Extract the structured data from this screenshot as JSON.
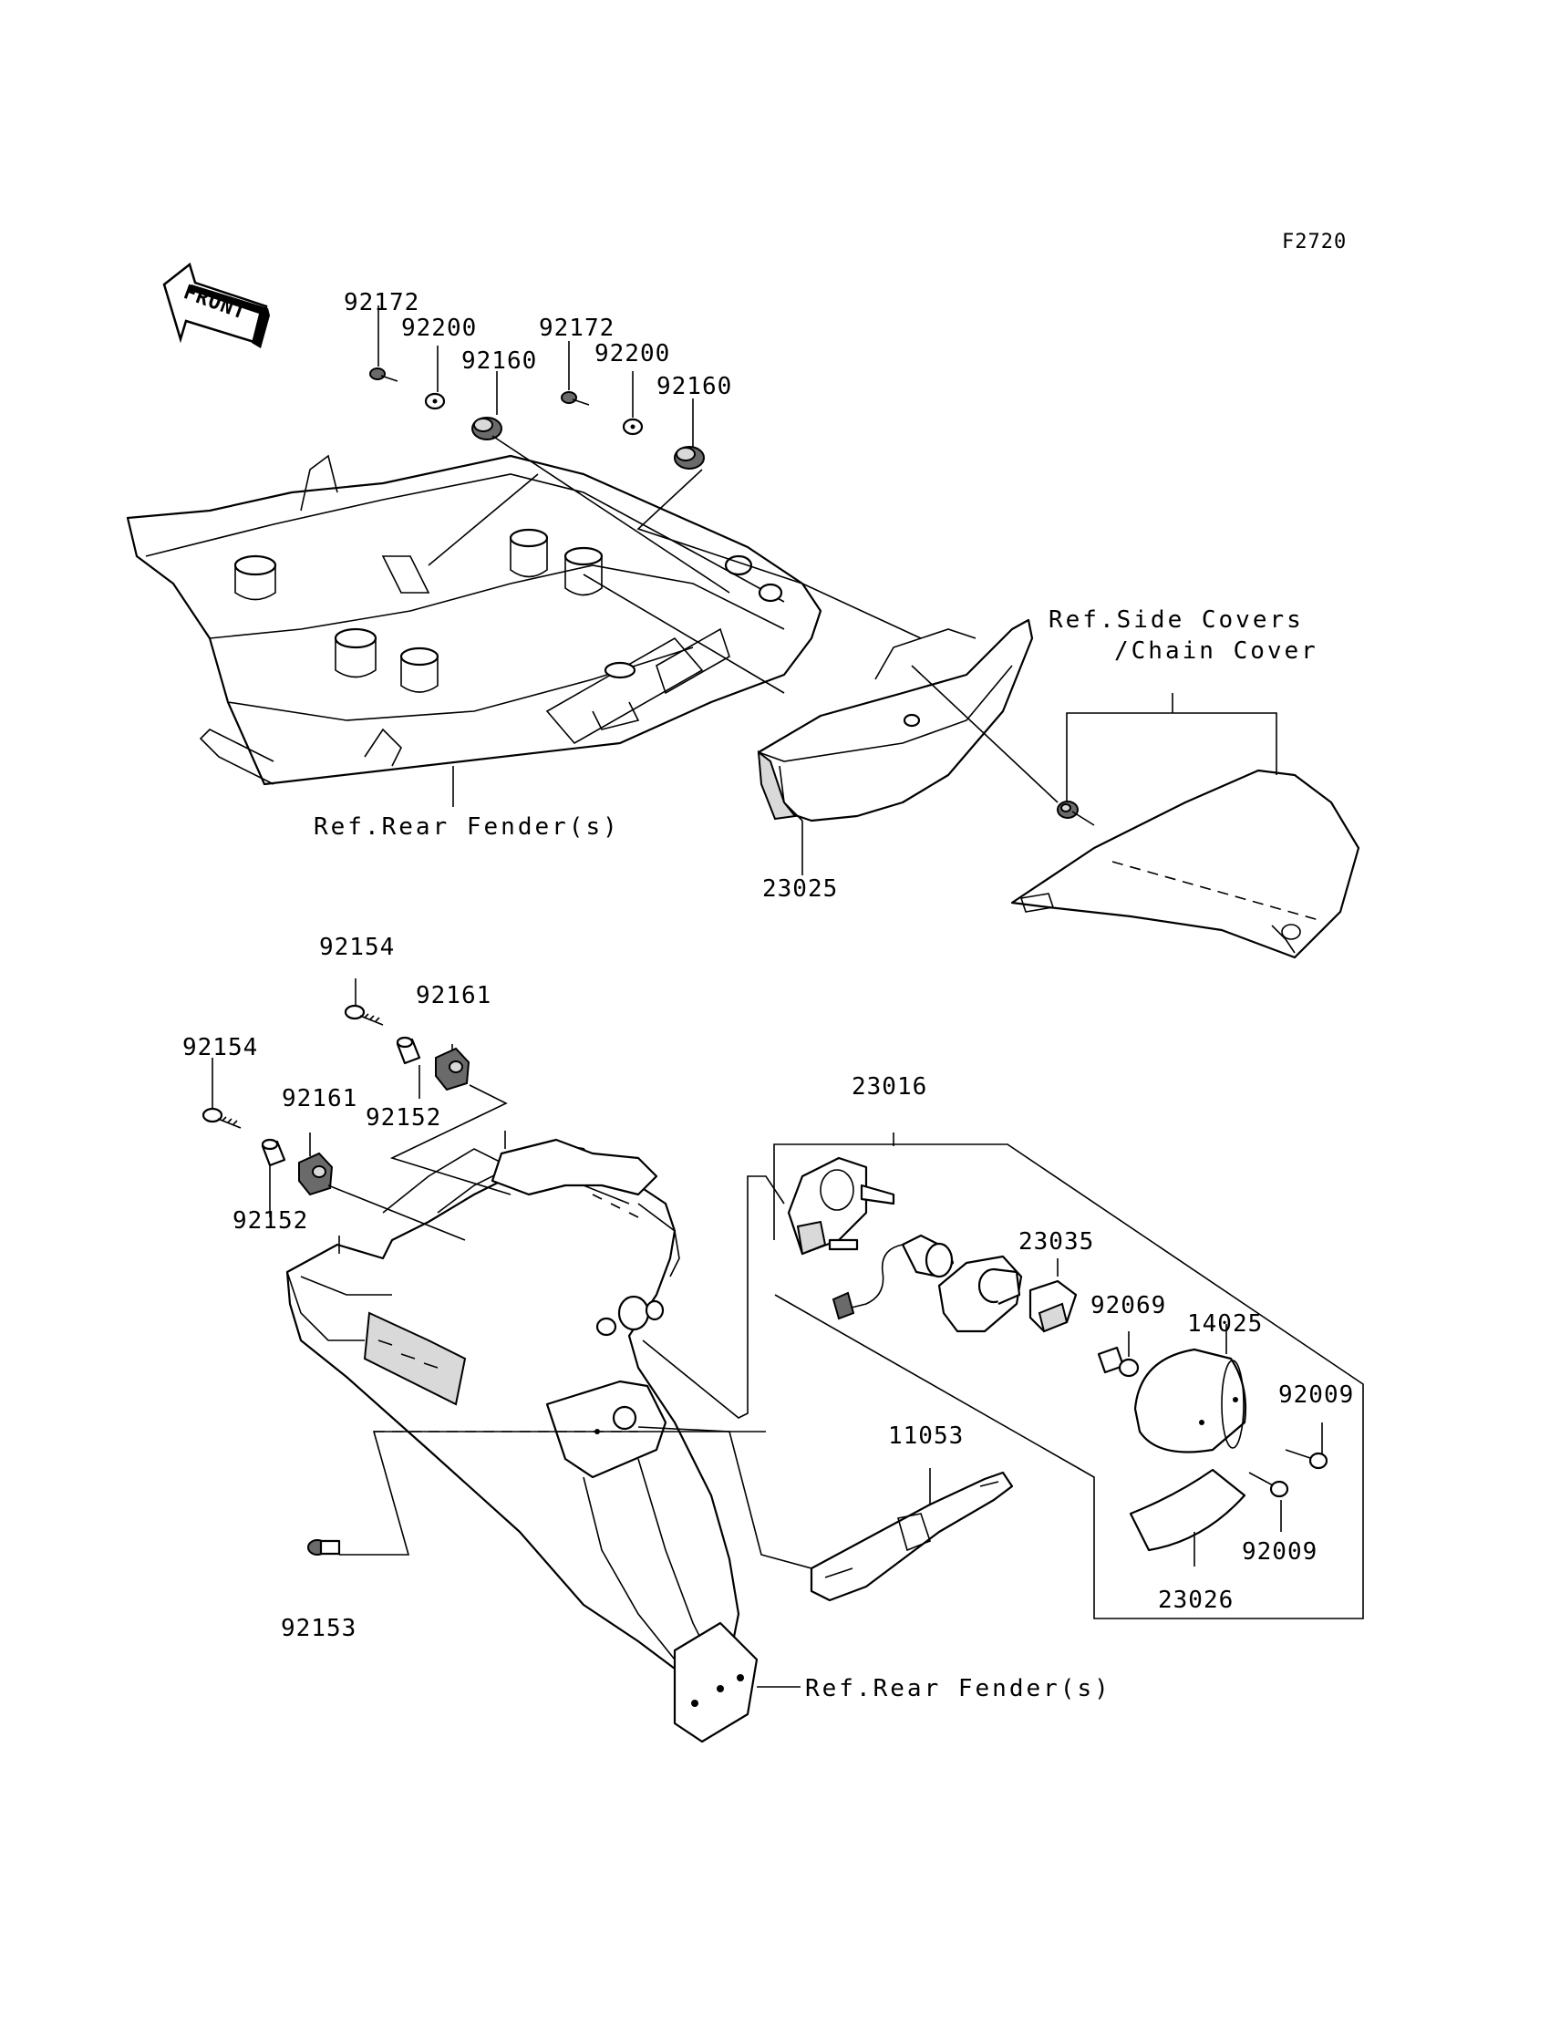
{
  "diagram_code": "F2720",
  "front_arrow": {
    "label": "FRONT",
    "icon": "front-direction-arrow-icon"
  },
  "callouts": {
    "p92172_a": "92172",
    "p92200_a": "92200",
    "p92160_a": "92160",
    "p92172_b": "92172",
    "p92200_b": "92200",
    "p92160_b": "92160",
    "p23025": "23025",
    "p92154_a": "92154",
    "p92161_a": "92161",
    "p92152_a": "92152",
    "p92154_b": "92154",
    "p92161_b": "92161",
    "p92152_b": "92152",
    "p92153": "92153",
    "p23016": "23016",
    "p23035": "23035",
    "p92069": "92069",
    "p14025": "14025",
    "p92009_a": "92009",
    "p92009_b": "92009",
    "p23026": "23026",
    "p11053": "11053"
  },
  "references": {
    "side_covers_line1": "Ref.Side Covers",
    "side_covers_line2": "/Chain Cover",
    "rear_fender_top": "Ref.Rear Fender(s)",
    "rear_fender_bottom": "Ref.Rear Fender(s)"
  }
}
